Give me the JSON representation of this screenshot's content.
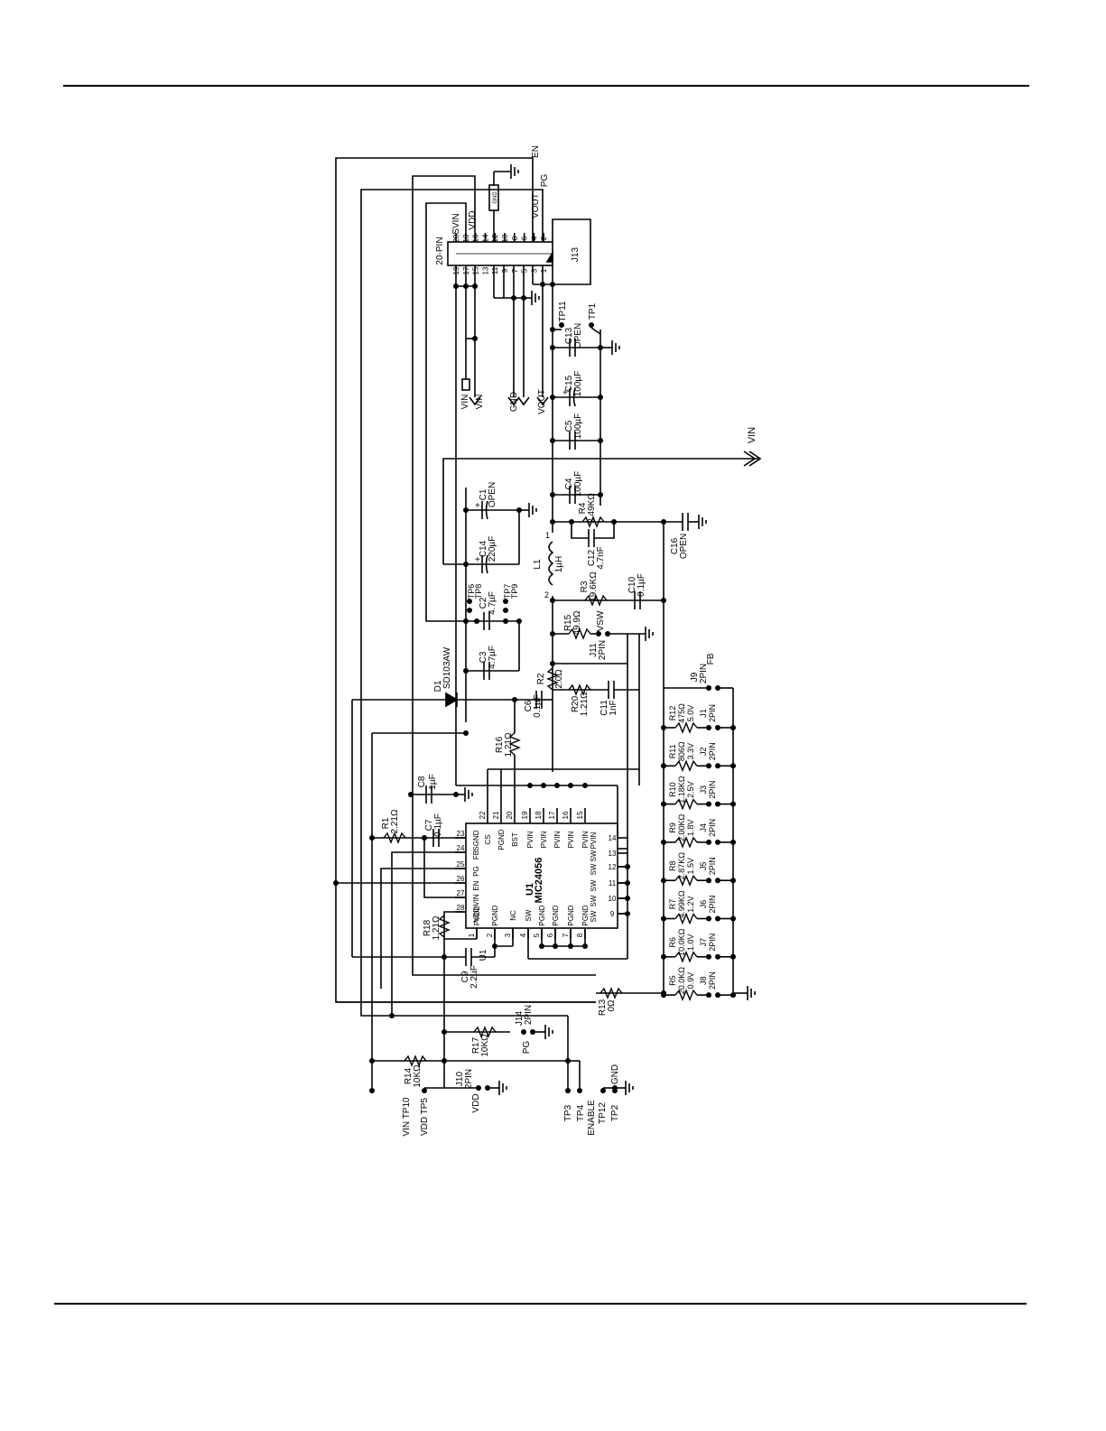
{
  "page": {
    "background": "#ffffff",
    "ink": "#000000"
  },
  "schematic": {
    "nets": [
      "EN",
      "PG",
      "VOUT",
      "VDD",
      "SVIN",
      "VIN",
      "GND",
      "VSW",
      "FB",
      "ENABLE"
    ],
    "connector_j13": {
      "ref": "J13",
      "type": "20-PIN",
      "pins_top": [
        "20",
        "18",
        "16",
        "14",
        "12",
        "10",
        "8",
        "6",
        "4",
        "2"
      ],
      "pins_bottom": [
        "19",
        "17",
        "15",
        "13",
        "11",
        "9",
        "7",
        "5",
        "3",
        "1"
      ]
    },
    "ic": {
      "ref": "U1",
      "part": "MIC24056",
      "ref2": "U1",
      "pins": [
        {
          "n": "1",
          "name": "PVDD"
        },
        {
          "n": "2",
          "name": "PGND"
        },
        {
          "n": "3",
          "name": "NC"
        },
        {
          "n": "4",
          "name": "SW"
        },
        {
          "n": "5",
          "name": "PGND"
        },
        {
          "n": "6",
          "name": "PGND"
        },
        {
          "n": "7",
          "name": "PGND"
        },
        {
          "n": "8",
          "name": "PGND"
        },
        {
          "n": "9",
          "name": "SW"
        },
        {
          "n": "10",
          "name": "SW"
        },
        {
          "n": "11",
          "name": "SW"
        },
        {
          "n": "12",
          "name": "SW"
        },
        {
          "n": "13",
          "name": "SW"
        },
        {
          "n": "14",
          "name": "PVIN"
        },
        {
          "n": "15",
          "name": "PVIN"
        },
        {
          "n": "16",
          "name": "PVIN"
        },
        {
          "n": "17",
          "name": "PVIN"
        },
        {
          "n": "18",
          "name": "PVIN"
        },
        {
          "n": "19",
          "name": "PVIN"
        },
        {
          "n": "20",
          "name": "BST"
        },
        {
          "n": "21",
          "name": "PGND"
        },
        {
          "n": "22",
          "name": "CS"
        },
        {
          "n": "23",
          "name": "SGND"
        },
        {
          "n": "24",
          "name": "FB"
        },
        {
          "n": "25",
          "name": "PG"
        },
        {
          "n": "26",
          "name": "EN"
        },
        {
          "n": "27",
          "name": "VIN"
        },
        {
          "n": "28",
          "name": "VDD"
        }
      ]
    },
    "components": [
      {
        "ref": "C1",
        "value": "OPEN"
      },
      {
        "ref": "C14",
        "value": "220µF"
      },
      {
        "ref": "C2",
        "value": "4.7µF"
      },
      {
        "ref": "C3",
        "value": "4.7µF"
      },
      {
        "ref": "TP6",
        "value": "TP8"
      },
      {
        "ref": "TP7",
        "value": "TP9"
      },
      {
        "ref": "D1",
        "value": "SD103AW"
      },
      {
        "ref": "C6",
        "value": "0.1µF"
      },
      {
        "ref": "R16",
        "value": "1.21Ω"
      },
      {
        "ref": "R2",
        "value": "2.0Ω"
      },
      {
        "ref": "R20",
        "value": "1.21Ω"
      },
      {
        "ref": "C11",
        "value": "1nF"
      },
      {
        "ref": "R15",
        "value": "49.9Ω"
      },
      {
        "ref": "J11",
        "value": "2PIN"
      },
      {
        "ref": "R3",
        "value": "19.6KΩ"
      },
      {
        "ref": "C10",
        "value": "0.1µF"
      },
      {
        "ref": "L1",
        "value": "1µH"
      },
      {
        "ref": "R4",
        "value": "2.49KΩ"
      },
      {
        "ref": "C12",
        "value": "4.7nF"
      },
      {
        "ref": "C16",
        "value": "OPEN"
      },
      {
        "ref": "C4",
        "value": "100µF"
      },
      {
        "ref": "C5",
        "value": "100µF"
      },
      {
        "ref": "C15",
        "value": "100µF"
      },
      {
        "ref": "C13",
        "value": "OPEN"
      },
      {
        "ref": "C8",
        "value": "1µF"
      },
      {
        "ref": "C7",
        "value": "0.1µF"
      },
      {
        "ref": "R1",
        "value": "2.21Ω"
      },
      {
        "ref": "R18",
        "value": "1.21Ω"
      },
      {
        "ref": "C9",
        "value": "2.2µF"
      },
      {
        "ref": "R13",
        "value": "0Ω"
      },
      {
        "ref": "R17",
        "value": "10KΩ"
      },
      {
        "ref": "R14",
        "value": "10KΩ"
      },
      {
        "ref": "J14",
        "value": "2PIN"
      },
      {
        "ref": "J10",
        "value": "2PIN"
      },
      {
        "ref": "J9",
        "value": "2PIN"
      }
    ],
    "ladder": [
      {
        "ref": "R12",
        "value": "475Ω",
        "voltage": "5.0V",
        "jumper": "J1",
        "jumper_type": "2PIN"
      },
      {
        "ref": "R11",
        "value": "806Ω",
        "voltage": "3.3V",
        "jumper": "J2",
        "jumper_type": "2PIN"
      },
      {
        "ref": "R10",
        "value": "1.18KΩ",
        "voltage": "2.5V",
        "jumper": "J3",
        "jumper_type": "2PIN"
      },
      {
        "ref": "R9",
        "value": "2.00KΩ",
        "voltage": "1.8V",
        "jumper": "J4",
        "jumper_type": "2PIN"
      },
      {
        "ref": "R8",
        "value": "2.87KΩ",
        "voltage": "1.5V",
        "jumper": "J5",
        "jumper_type": "2PIN"
      },
      {
        "ref": "R7",
        "value": "4.99KΩ",
        "voltage": "1.2V",
        "jumper": "J6",
        "jumper_type": "2PIN"
      },
      {
        "ref": "R6",
        "value": "10.0KΩ",
        "voltage": "1.0V",
        "jumper": "J7",
        "jumper_type": "2PIN"
      },
      {
        "ref": "R5",
        "value": "20.0KΩ",
        "voltage": "0.9V",
        "jumper": "J8",
        "jumper_type": "2PIN"
      }
    ],
    "testpoints": {
      "tp11": "TP11",
      "tp1": "TP1",
      "tp10": "VIN TP10",
      "tp5": "VDD TP5",
      "tp3": "TP3",
      "tp4": "TP4",
      "enable": "ENABLE",
      "tp12": "TP12",
      "tp2": "TP2",
      "gnd": "GND",
      "vdd": "VDD",
      "pg": "PG"
    },
    "annot": {
      "gnd_pill": "GND",
      "fb": "FB",
      "vsw": "VSW"
    }
  }
}
